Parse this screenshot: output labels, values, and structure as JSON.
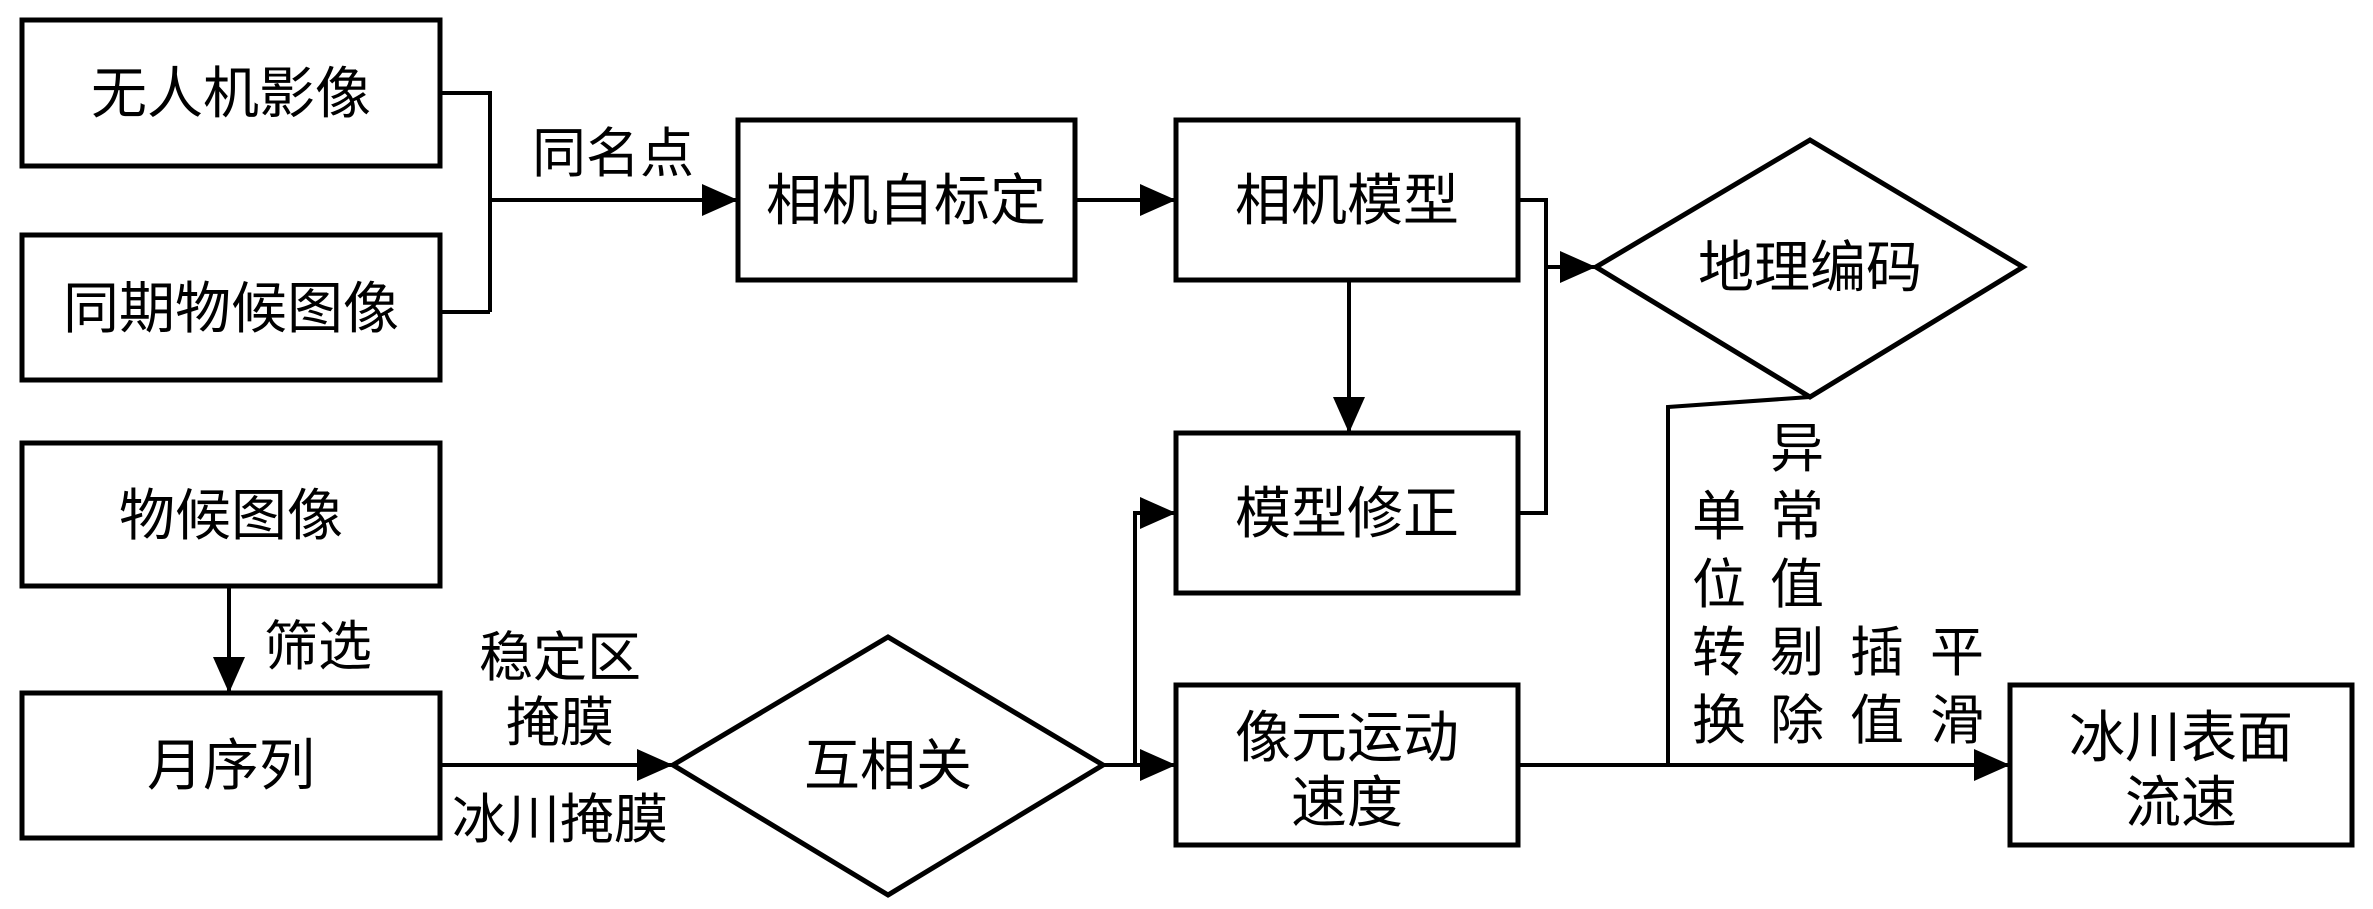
{
  "nodes": {
    "uav_image": "无人机影像",
    "phenology_image_same_period": "同期物候图像",
    "camera_self_calibration": "相机自标定",
    "camera_model": "相机模型",
    "geocoding": "地理编码",
    "model_correction": "模型修正",
    "phenology_image": "物候图像",
    "monthly_sequence": "月序列",
    "cross_correlation": "互相关",
    "pixel_motion_velocity": [
      "像元运动",
      "速度"
    ],
    "glacier_surface_velocity": [
      "冰川表面",
      "流速"
    ]
  },
  "edges": {
    "tie_points": "同名点",
    "filter": "筛选",
    "stable_area_mask": [
      "稳定区",
      "掩膜"
    ],
    "glacier_mask": "冰川掩膜",
    "unit_conversion": [
      "单",
      "位",
      "转",
      "换"
    ],
    "outlier_removal": [
      "异",
      "常",
      "值",
      "剔",
      "除"
    ],
    "interpolation": [
      "插",
      "值"
    ],
    "smoothing": [
      "平",
      "滑"
    ]
  },
  "colors": {
    "stroke": "#000000",
    "background": "#ffffff"
  }
}
